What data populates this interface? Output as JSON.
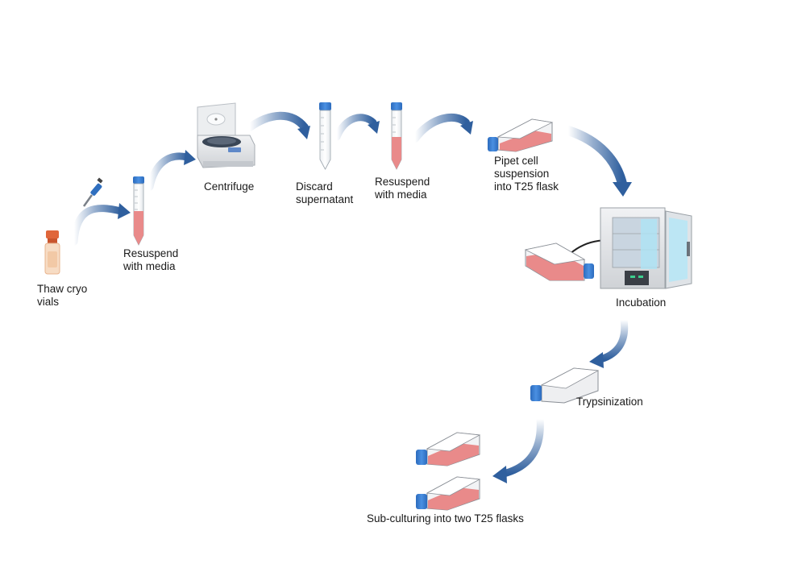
{
  "steps": {
    "thaw": {
      "lines": [
        "Thaw cryo",
        "vials"
      ]
    },
    "resuspend_1": {
      "lines": [
        "Resuspend",
        "with media"
      ]
    },
    "centrifuge": {
      "lines": [
        "Centrifuge"
      ]
    },
    "discard": {
      "lines": [
        "Discard",
        "supernatant"
      ]
    },
    "resuspend_2": {
      "lines": [
        "Resuspend",
        "with media"
      ]
    },
    "pipet": {
      "lines": [
        "Pipet cell",
        "suspension",
        "into T25 flask"
      ]
    },
    "incubation": {
      "lines": [
        "Incubation"
      ]
    },
    "trypsinization": {
      "lines": [
        "Trypsinization"
      ]
    },
    "subculture": {
      "lines": [
        "Sub-culturing into two T25 flasks"
      ]
    }
  },
  "colors": {
    "arrow": "#2f5f9e",
    "cap_blue": "#3b7fd1",
    "cap_orange": "#e0663a",
    "media_pink": "#e98a8a",
    "device_grey": "#d9dbdf",
    "outline": "#8a8f96"
  }
}
